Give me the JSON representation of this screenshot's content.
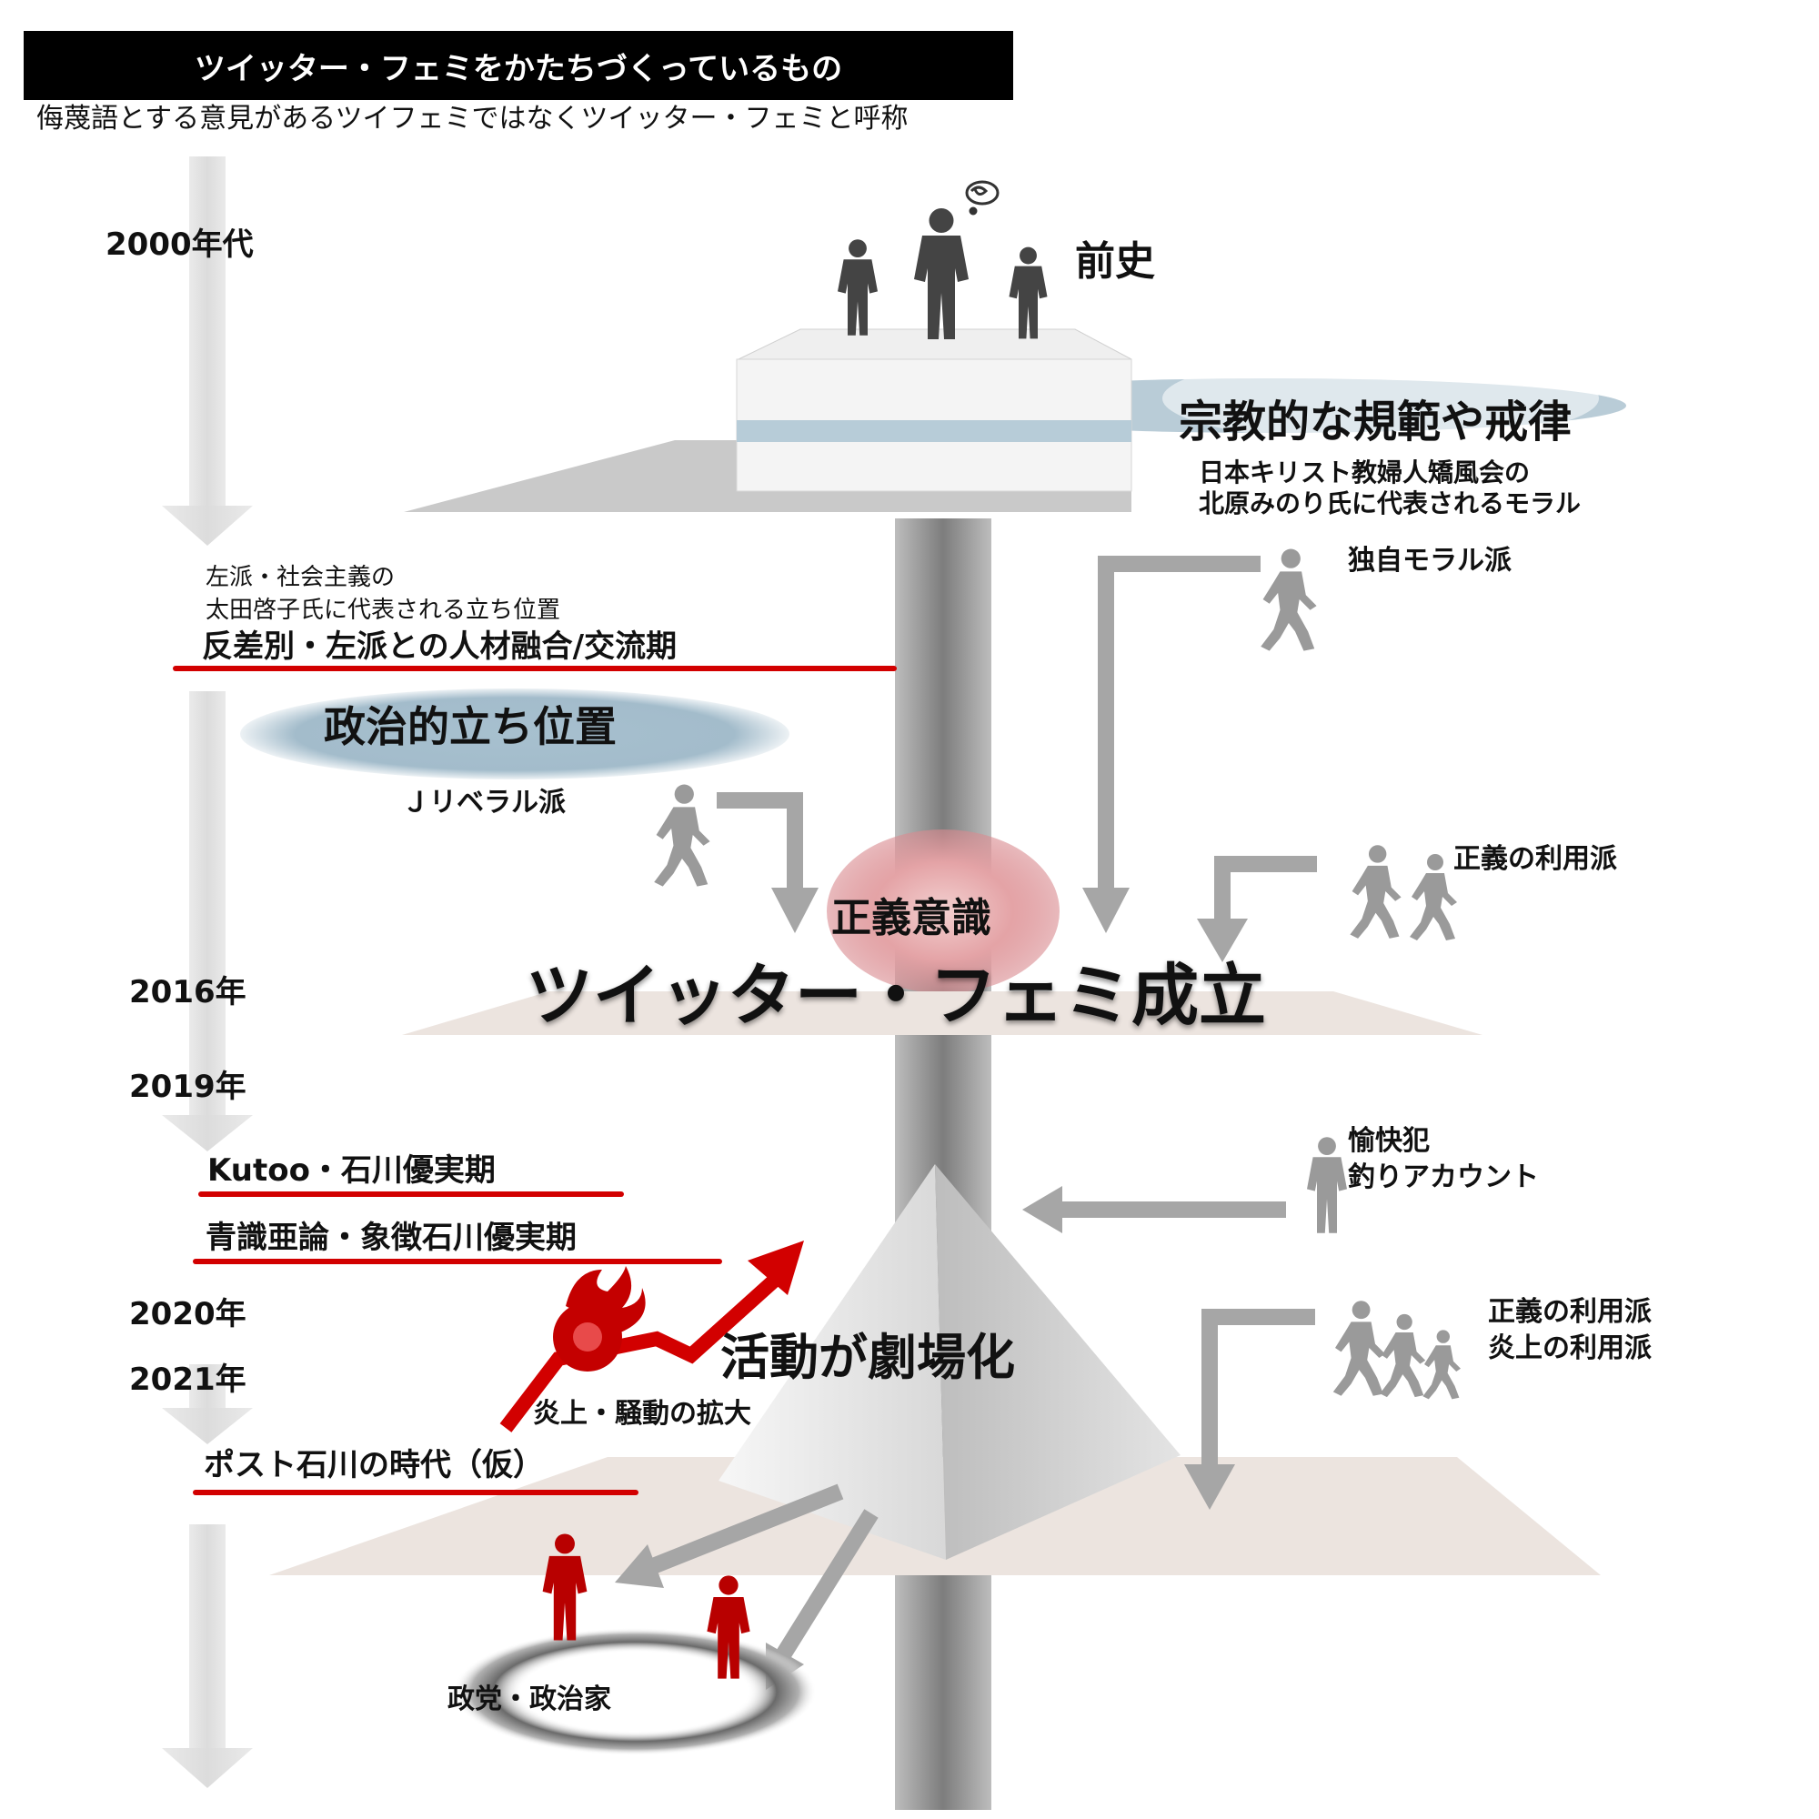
{
  "title": "ツイッター・フェミをかたちづくっているもの",
  "subtitle": "侮蔑語とする意見があるツイフェミではなくツイッター・フェミと呼称",
  "timeline": {
    "y2000s": "2000年代",
    "y2016": "2016年",
    "y2019": "2019年",
    "y2020": "2020年",
    "y2021": "2021年"
  },
  "prehistory": {
    "label": "前史",
    "religious": "宗教的な規範や戒律",
    "moral_line1": "日本キリスト教婦人矯風会の",
    "moral_line2": "北原みのり氏に代表されるモラル"
  },
  "left_faction": {
    "line1": "左派・社会主義の",
    "line2": "太田啓子氏に代表される立ち位置",
    "period": "反差別・左派との人材融合/交流期"
  },
  "political_position": "政治的立ち位置",
  "j_liberal": "Ｊリベラル派",
  "independent_moral": "独自モラル派",
  "justice_users": "正義の利用派",
  "justice_awareness": "正義意識",
  "establishment": "ツイッター・フェミ成立",
  "kutoo": "Kutoo・石川優実期",
  "aoori": "青識亜論・象徴石川優実期",
  "trolls": {
    "line1": "愉快犯",
    "line2": "釣りアカウント"
  },
  "justice_users2": {
    "line1": "正義の利用派",
    "line2": "炎上の利用派"
  },
  "theater": "活動が劇場化",
  "flame": "炎上・騒動の拡大",
  "post_ishikawa": "ポスト石川の時代（仮）",
  "parties": "政党・政治家",
  "colors": {
    "accent_red": "#d20000",
    "arrow_gray": "#a6a6a6",
    "timeline_gray": "#e6e6e6",
    "pillar_gray": "#8a8a8a",
    "ellipse_blue": "#9fbccb",
    "figure_dark": "#444444",
    "figure_light": "#9a9a9a"
  }
}
